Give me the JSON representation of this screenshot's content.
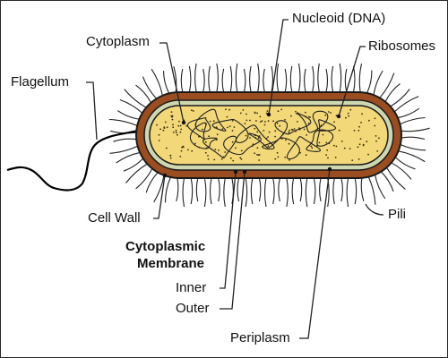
{
  "labels": {
    "cytoplasm": "Cytoplasm",
    "nucleoid": "Nucleoid (DNA)",
    "ribosomes": "Ribosomes",
    "flagellum": "Flagellum",
    "cell_wall": "Cell Wall",
    "cytoplasmic": "Cytoplasmic",
    "membrane": "Membrane",
    "inner": "Inner",
    "outer": "Outer",
    "pili": "Pili",
    "periplasm": "Periplasm"
  },
  "colors": {
    "cell_wall": "#9a4d21",
    "membrane_band": "#cfd7b0",
    "cytoplasm": "#f2d878",
    "outline": "#1a1a1a",
    "background": "#ffffff"
  },
  "icons": {
    "pili": "hair-lines",
    "flagellum": "wavy-tail",
    "nucleoid": "tangled-coil",
    "ribosomes": "dots"
  }
}
